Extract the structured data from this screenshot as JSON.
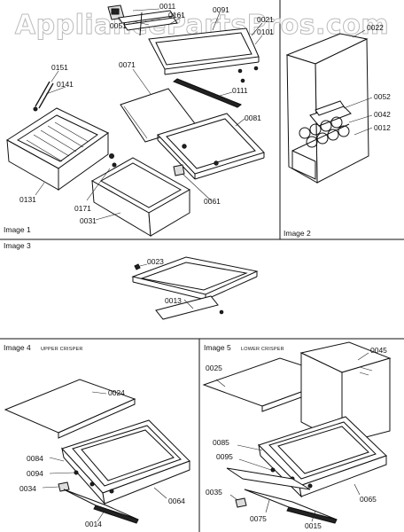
{
  "watermark": "AppliancePartsPros.com",
  "images": [
    {
      "id": "image-1",
      "title": "Image 1",
      "subtitle": ""
    },
    {
      "id": "image-2",
      "title": "Image 2",
      "subtitle": ""
    },
    {
      "id": "image-3",
      "title": "Image 3",
      "subtitle": ""
    },
    {
      "id": "image-4",
      "title": "Image 4",
      "subtitle": "UPPER CRISPER"
    },
    {
      "id": "image-5",
      "title": "Image 5",
      "subtitle": "LOWER CRISPER"
    }
  ],
  "part_labels": {
    "image1": [
      "0011",
      "0051",
      "0161",
      "0091",
      "0021",
      "0101",
      "0151",
      "0141",
      "0071",
      "0111",
      "0081",
      "0131",
      "0171",
      "0031",
      "0061"
    ],
    "image2": [
      "0022",
      "0052",
      "0042",
      "0012"
    ],
    "image3": [
      "0023",
      "0013"
    ],
    "image4": [
      "0024",
      "0084",
      "0094",
      "0034",
      "0064",
      "0014"
    ],
    "image5": [
      "0045",
      "0025",
      "0085",
      "0095",
      "0035",
      "0075",
      "0015",
      "0065"
    ]
  }
}
